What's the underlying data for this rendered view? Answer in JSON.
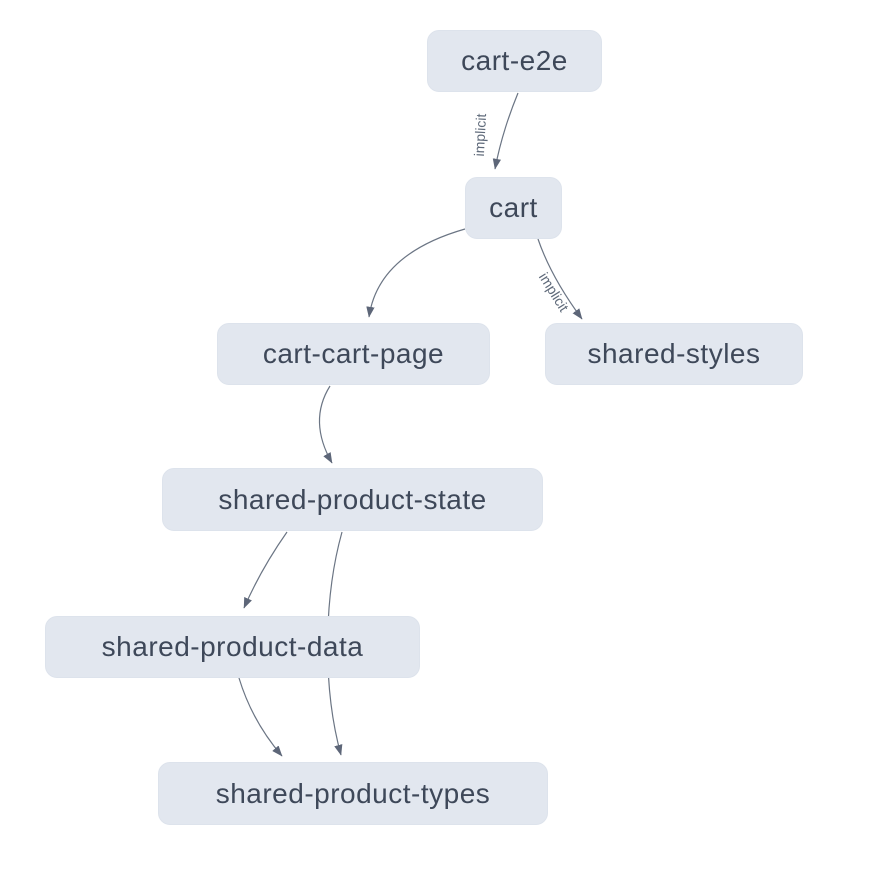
{
  "graph": {
    "nodes": [
      {
        "id": "cart-e2e",
        "label": "cart-e2e"
      },
      {
        "id": "cart",
        "label": "cart"
      },
      {
        "id": "cart-cart-page",
        "label": "cart-cart-page"
      },
      {
        "id": "shared-styles",
        "label": "shared-styles"
      },
      {
        "id": "shared-product-state",
        "label": "shared-product-state"
      },
      {
        "id": "shared-product-data",
        "label": "shared-product-data"
      },
      {
        "id": "shared-product-types",
        "label": "shared-product-types"
      }
    ],
    "edges": [
      {
        "from": "cart-e2e",
        "to": "cart",
        "label": "implicit"
      },
      {
        "from": "cart",
        "to": "cart-cart-page"
      },
      {
        "from": "cart",
        "to": "shared-styles",
        "label": "implicit"
      },
      {
        "from": "cart-cart-page",
        "to": "shared-product-state"
      },
      {
        "from": "shared-product-state",
        "to": "shared-product-data"
      },
      {
        "from": "shared-product-state",
        "to": "shared-product-types"
      },
      {
        "from": "shared-product-data",
        "to": "shared-product-types"
      }
    ],
    "colors": {
      "background": "#ffffff",
      "node_fill": "#e2e7ef",
      "node_text": "#3e4859",
      "edge_line": "#6b7584",
      "edge_label": "#5f6a7a"
    }
  }
}
